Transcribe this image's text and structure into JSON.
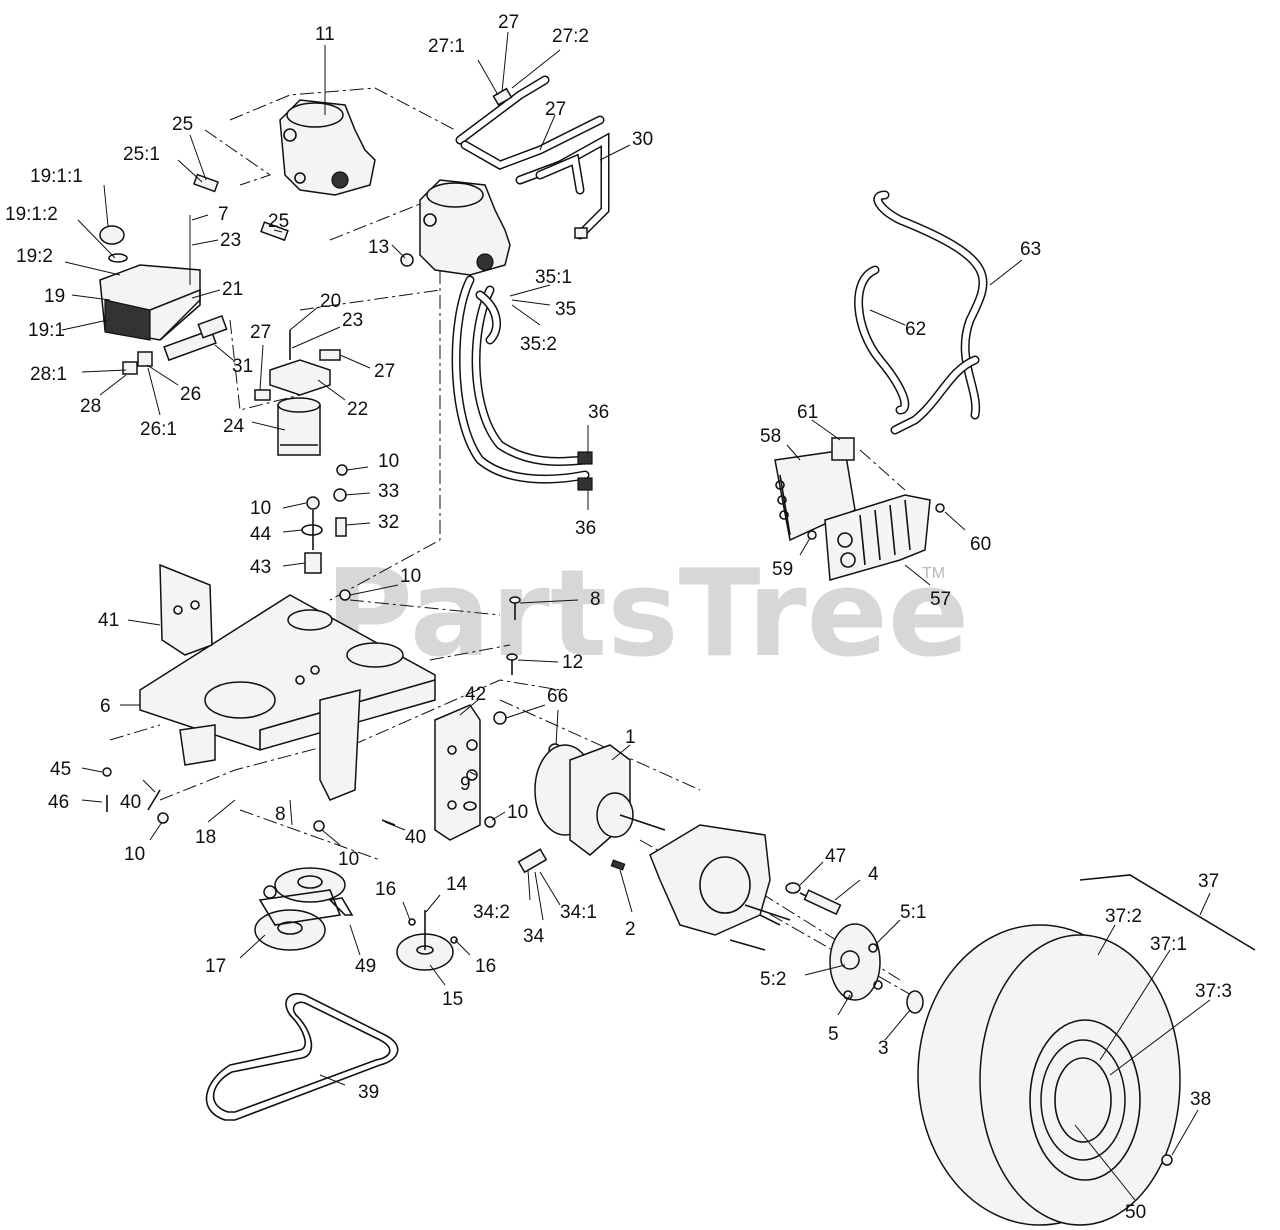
{
  "watermark": {
    "text": "PartsTree",
    "tm": "TM"
  },
  "callouts": {
    "c1": "1",
    "c2": "2",
    "c3": "3",
    "c4": "4",
    "c5": "5",
    "c5_1": "5:1",
    "c5_2": "5:2",
    "c6": "6",
    "c7": "7",
    "c8a": "8",
    "c8b": "8",
    "c9": "9",
    "c10a": "10",
    "c10b": "10",
    "c10c": "10",
    "c10d": "10",
    "c10e": "10",
    "c10f": "10",
    "c11": "11",
    "c12": "12",
    "c13": "13",
    "c14": "14",
    "c15": "15",
    "c16a": "16",
    "c16b": "16",
    "c17": "17",
    "c18": "18",
    "c19": "19",
    "c19_1": "19:1",
    "c19_1_1": "19:1:1",
    "c19_1_2": "19:1:2",
    "c19_2": "19:2",
    "c20": "20",
    "c21": "21",
    "c22": "22",
    "c23a": "23",
    "c23b": "23",
    "c24": "24",
    "c25a": "25",
    "c25b": "25",
    "c25_1": "25:1",
    "c26": "26",
    "c26_1": "26:1",
    "c27a": "27",
    "c27_1": "27:1",
    "c27_2": "27:2",
    "c27b": "27",
    "c27c": "27",
    "c27d": "27",
    "c28": "28",
    "c28_1": "28:1",
    "c30": "30",
    "c31": "31",
    "c32": "32",
    "c33": "33",
    "c34": "34",
    "c34_1": "34:1",
    "c34_2": "34:2",
    "c35": "35",
    "c35_1": "35:1",
    "c35_2": "35:2",
    "c36a": "36",
    "c36b": "36",
    "c37": "37",
    "c37_1": "37:1",
    "c37_2": "37:2",
    "c37_3": "37:3",
    "c38": "38",
    "c39": "39",
    "c40a": "40",
    "c40b": "40",
    "c41": "41",
    "c42": "42",
    "c43": "43",
    "c44": "44",
    "c45": "45",
    "c46": "46",
    "c47": "47",
    "c49": "49",
    "c50": "50",
    "c57": "57",
    "c58": "58",
    "c59": "59",
    "c60": "60",
    "c61": "61",
    "c62": "62",
    "c63": "63",
    "c66": "66"
  }
}
